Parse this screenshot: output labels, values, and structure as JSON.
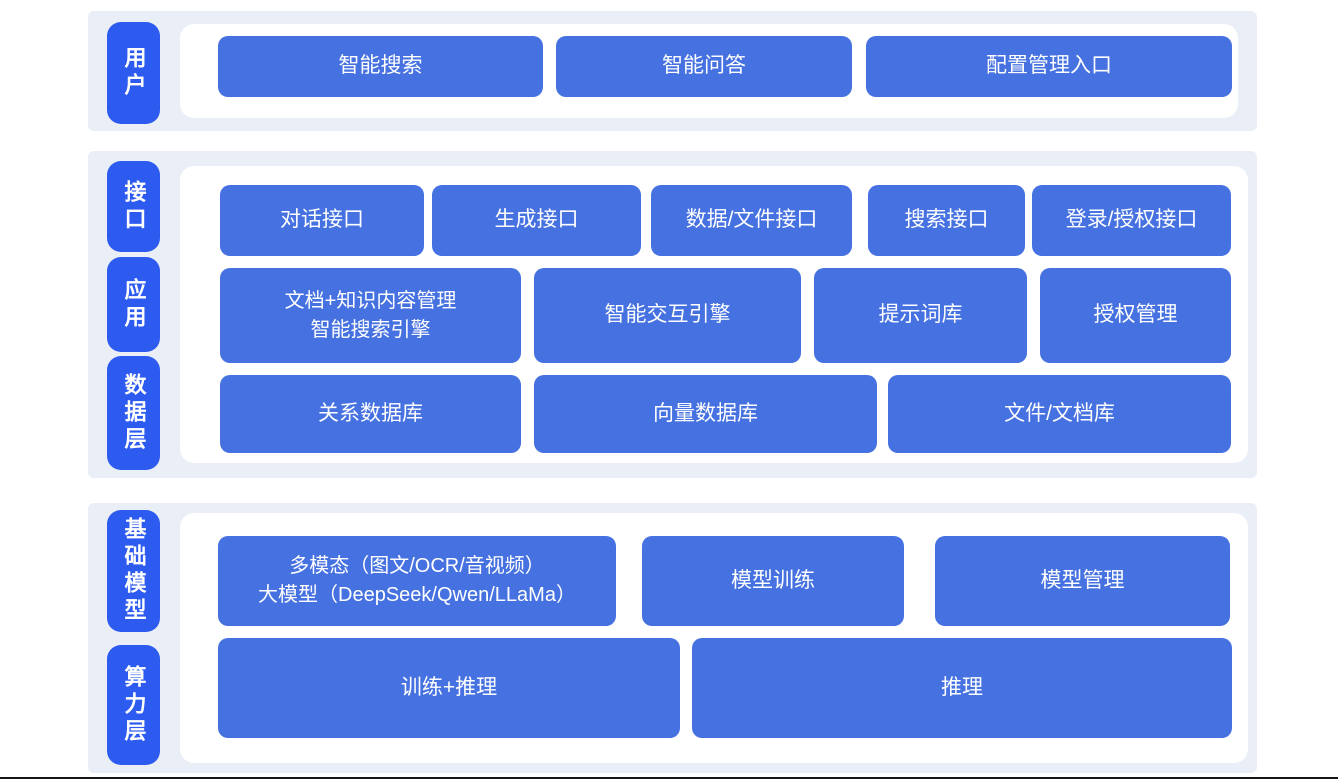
{
  "colors": {
    "page_bg": "#ffffff",
    "section_bg": "#e9eef7",
    "pill_blue": "#2e5bef",
    "block_blue": "#4671e0",
    "text_white": "#ffffff"
  },
  "layers": {
    "user": {
      "label": "用户",
      "buttons": [
        "智能搜索",
        "智能问答",
        "配置管理入口"
      ]
    },
    "interface": {
      "label": "接口",
      "buttons": [
        "对话接口",
        "生成接口",
        "数据/文件接口",
        "搜索接口",
        "登录/授权接口"
      ]
    },
    "application": {
      "label": "应用",
      "buttons": [
        "文档+知识内容管理\n智能搜索引擎",
        "智能交互引擎",
        "提示词库",
        "授权管理"
      ]
    },
    "data": {
      "label": "数据层",
      "buttons": [
        "关系数据库",
        "向量数据库",
        "文件/文档库"
      ]
    },
    "foundation_model": {
      "label": "基础模型",
      "buttons": [
        "多模态（图文/OCR/音视频）\n大模型（DeepSeek/Qwen/LLaMa）",
        "模型训练",
        "模型管理"
      ]
    },
    "compute": {
      "label": "算力层",
      "buttons": [
        "训练+推理",
        "推理"
      ]
    }
  }
}
